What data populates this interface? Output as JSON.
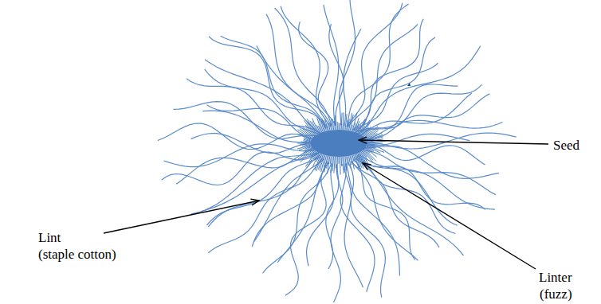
{
  "diagram": {
    "labels": [
      "Seed",
      "Lint (staple cotton)",
      "Linter (fuzz)"
    ]
  }
}
